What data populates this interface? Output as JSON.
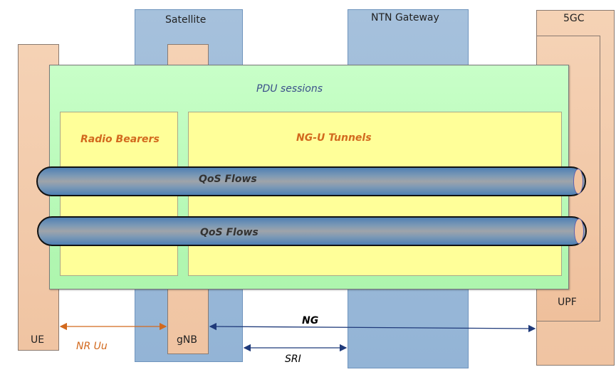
{
  "diagram": {
    "nodes": {
      "satellite": "Satellite",
      "ntn_gateway": "NTN Gateway",
      "core": "5GC",
      "ue": "UE",
      "gnb": "gNB",
      "upf": "UPF"
    },
    "layers": {
      "pdu_sessions": "PDU sessions",
      "radio_bearers": "Radio Bearers",
      "ngu_tunnels": "NG-U Tunnels",
      "qos_flows": [
        "QoS Flows",
        "QoS Flows"
      ]
    },
    "interfaces": {
      "nr_uu": "NR Uu",
      "ng": "NG",
      "sri": "SRI"
    },
    "colors": {
      "entity": "#f0c4a2",
      "satellite_gateway": "#93b4d6",
      "pdu": "#c8ffc8",
      "bearer": "#ffff99",
      "accent_orange": "#d2691e",
      "link_blue": "#1f3a7a"
    }
  }
}
